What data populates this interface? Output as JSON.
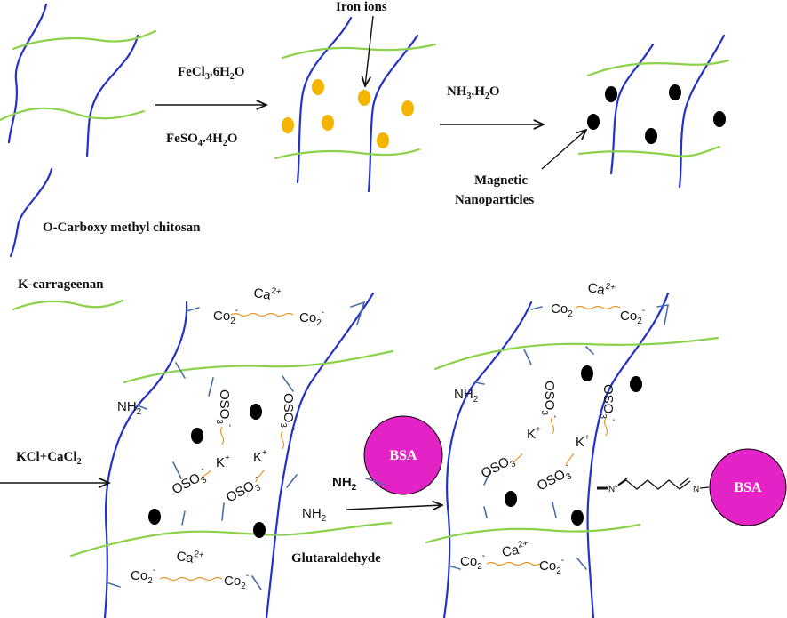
{
  "colors": {
    "chitosan_chain": "#2233c8",
    "carrageenan_chain": "#8bd24a",
    "iron_ion": "#f5b400",
    "nanoparticle": "#000000",
    "bsa": "#e323c6"
  },
  "legend": {
    "chitosan": "O-Carboxy methyl chitosan",
    "carrageenan": "K-carrageenan"
  },
  "step1": {
    "reagent_top": "FeCl",
    "reagent_top_sub1": "3",
    "reagent_top_mid": ".6H",
    "reagent_top_sub2": "2",
    "reagent_top_end": "O",
    "reagent_bottom": "FeSO",
    "reagent_bottom_sub1": "4",
    "reagent_bottom_mid": ".4H",
    "reagent_bottom_sub2": "2",
    "reagent_bottom_end": "O"
  },
  "step2": {
    "callout": "Iron ions",
    "reagent": "NH",
    "reagent_sub1": "3",
    "reagent_mid": ".H",
    "reagent_sub2": "2",
    "reagent_end": "O"
  },
  "step3": {
    "callout_line1": "Magnetic",
    "callout_line2": "Nanoparticles"
  },
  "step4": {
    "reagent": "KCl+CaCl",
    "reagent_sub": "2"
  },
  "step5": {
    "reagent": "Glutaraldehyde",
    "bsa": "BSA",
    "bsa_amine": "NH",
    "bsa_amine_sub": "2"
  },
  "hydrogel": {
    "ca": "Ca",
    "ca_charge": "2+",
    "co2": "Co",
    "co2_sub": "2",
    "co2_charge": "-",
    "nh2": "NH",
    "nh2_sub": "2",
    "oso3": "OSO",
    "oso3_sub": "3",
    "oso3_charge": "-",
    "k": "K",
    "k_charge": "+"
  },
  "product": {
    "bsa": "BSA",
    "imine": "N"
  }
}
